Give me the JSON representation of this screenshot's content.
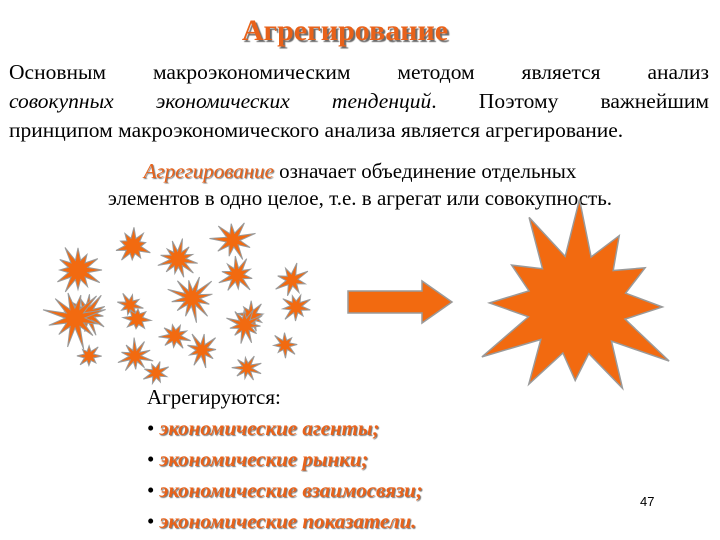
{
  "title": "Агрегирование",
  "paragraph": {
    "line1": "Основным макроэкономическим методом является анализ",
    "line2_italic": "совокупных экономических тенденций",
    "line2_rest": ". Поэтому важнейшим",
    "line3": "принципом макроэкономического анализа является агрегирование."
  },
  "definition": {
    "term": "Агрегирование",
    "text_part1": " означает объединение отдельных",
    "text_part2": "элементов в одно целое, т.е. в агрегат или совокупность."
  },
  "list": {
    "heading": "Агрегируются:",
    "items": [
      "экономические агенты;",
      "экономические рынки;",
      "экономические взаимосвязи;",
      "экономические показатели."
    ]
  },
  "page_number": "47",
  "colors": {
    "accent": "#e8621a",
    "star_fill": "#f26a10",
    "star_stroke": "#9a9a9a"
  }
}
